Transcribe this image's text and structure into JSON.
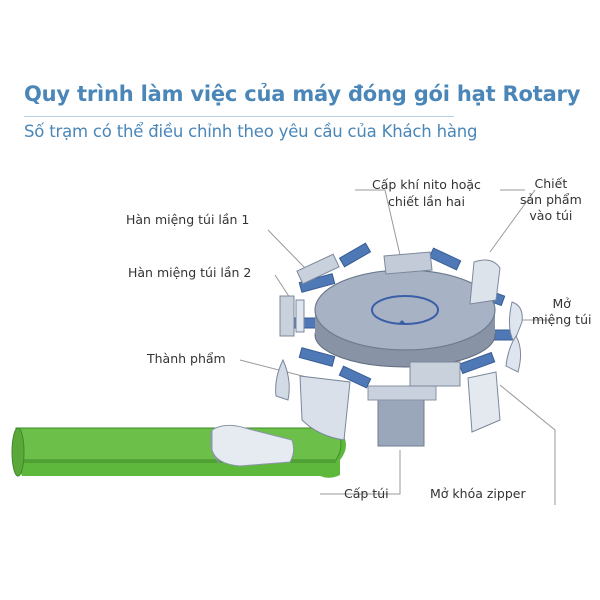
{
  "header": {
    "title": "Quy trình làm việc của máy đóng gói hạt Rotary",
    "subtitle": "Số trạm có thể điều chỉnh theo yêu cầu của Khách hàng"
  },
  "labels": {
    "nitrogen_line1": "Cấp khí nito hoặc",
    "nitrogen_line2": "chiết lần hai",
    "fill_line1": "Chiết",
    "fill_line2": "sản phẩm",
    "fill_line3": "vào túi",
    "seal1": "Hàn miệng túi lần 1",
    "seal2": "Hàn miệng túi lần 2",
    "open_line1": "Mở",
    "open_line2": "miệng túi",
    "finished": "Thành phẩm",
    "bag_feed": "Cấp túi",
    "zipper": "Mở khóa zipper"
  },
  "colors": {
    "title": "#4a86b8",
    "conveyor": "#6cc04a",
    "machine_blue": "#4f79b6",
    "machine_grey": "#b9c4d3"
  }
}
